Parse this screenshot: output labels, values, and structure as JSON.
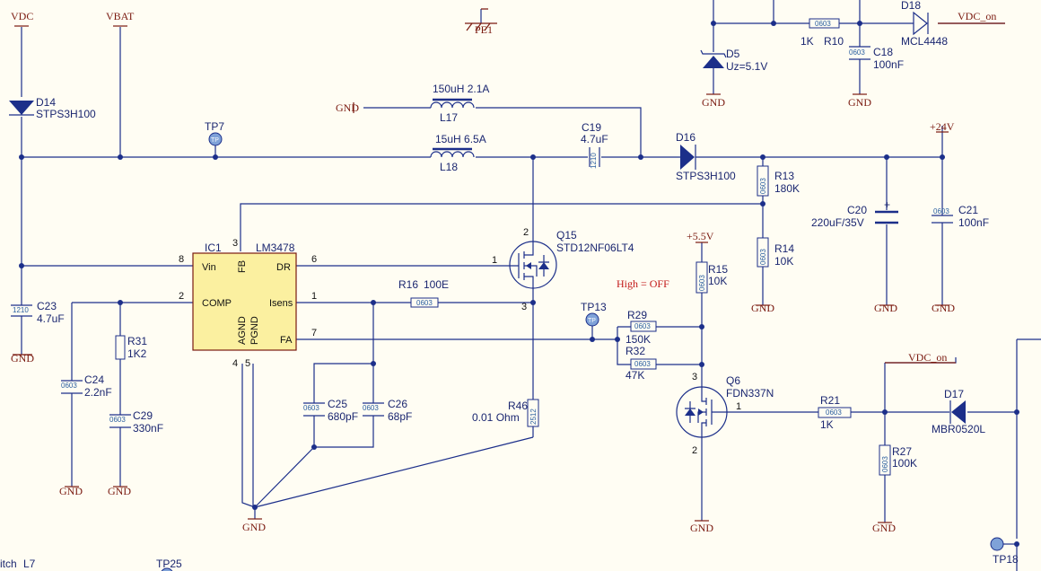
{
  "power": {
    "vdc": "VDC",
    "vbat": "VBAT",
    "pe1": "PE1",
    "plus24": "+24V",
    "plus5v5": "+5.5V",
    "vdc_on_1": "VDC_on",
    "vdc_on_2": "VDC_on",
    "gnd": "GND"
  },
  "note": "High = OFF",
  "ic1": {
    "ref": "IC1",
    "part": "LM3478",
    "vin": "Vin",
    "fb": "FB",
    "dr": "DR",
    "comp": "COMP",
    "isens": "Isens",
    "fa": "FA",
    "agnd": "AGND",
    "pgnd": "PGND",
    "p8": "8",
    "p3": "3",
    "p6": "6",
    "p2": "2",
    "p1": "1",
    "p7": "7",
    "p4": "4",
    "p5": "5"
  },
  "parts": {
    "d14_ref": "D14",
    "d14_val": "STPS3H100",
    "d16_ref": "D16",
    "d16_val": "STPS3H100",
    "d17_ref": "D17",
    "d17_val": "MBR0520L",
    "d18_ref": "D18",
    "d18_val": "MCL4448",
    "d5_ref": "D5",
    "d5_val": "Uz=5.1V",
    "l17_ref": "L17",
    "l17_val": "150uH 2.1A",
    "l18_ref": "L18",
    "l18_val": "15uH 6.5A",
    "c19_ref": "C19",
    "c19_val": "4.7uF",
    "c19_pkg": "1210",
    "c18_ref": "C18",
    "c18_val": "100nF",
    "c18_pkg": "0603",
    "c20_ref": "C20",
    "c20_val": "220uF/35V",
    "c21_ref": "C21",
    "c21_val": "100nF",
    "c21_pkg": "0603",
    "c23_ref": "C23",
    "c23_val": "4.7uF",
    "c23_pkg": "1210",
    "c24_ref": "C24",
    "c24_val": "2.2nF",
    "c24_pkg": "0603",
    "c25_ref": "C25",
    "c25_val": "680pF",
    "c25_pkg": "0603",
    "c26_ref": "C26",
    "c26_val": "68pF",
    "c26_pkg": "0603",
    "c29_ref": "C29",
    "c29_val": "330nF",
    "c29_pkg": "0603",
    "r10_ref": "R10",
    "r10_val": "1K",
    "r10_pkg": "0603",
    "r13_ref": "R13",
    "r13_val": "180K",
    "r13_pkg": "0603",
    "r14_ref": "R14",
    "r14_val": "10K",
    "r14_pkg": "0603",
    "r15_ref": "R15",
    "r15_val": "10K",
    "r15_pkg": "0603",
    "r16_ref": "R16",
    "r16_val": "100E",
    "r16_pkg": "0603",
    "r21_ref": "R21",
    "r21_val": "1K",
    "r21_pkg": "0603",
    "r27_ref": "R27",
    "r27_val": "100K",
    "r27_pkg": "0603",
    "r29_ref": "R29",
    "r29_val": "150K",
    "r29_pkg": "0603",
    "r31_ref": "R31",
    "r31_val": "1K2",
    "r32_ref": "R32",
    "r32_val": "47K",
    "r32_pkg": "0603",
    "r46_ref": "R46",
    "r46_val": "0.01 Ohm",
    "r46_pkg": "2512",
    "q15_ref": "Q15",
    "q15_val": "STD12NF06LT4",
    "q6_ref": "Q6",
    "q6_val": "FDN337N",
    "q15_p1": "1",
    "q15_p2": "2",
    "q15_p3": "3",
    "q6_p1": "1",
    "q6_p2": "2",
    "q6_p3": "3"
  },
  "testpoints": {
    "tp7": "TP7",
    "tp13": "TP13",
    "tp18": "TP18",
    "tp25": "TP25",
    "tp_glyph": "TP"
  },
  "fragments": {
    "itch": "itch",
    "l7": "L7"
  }
}
